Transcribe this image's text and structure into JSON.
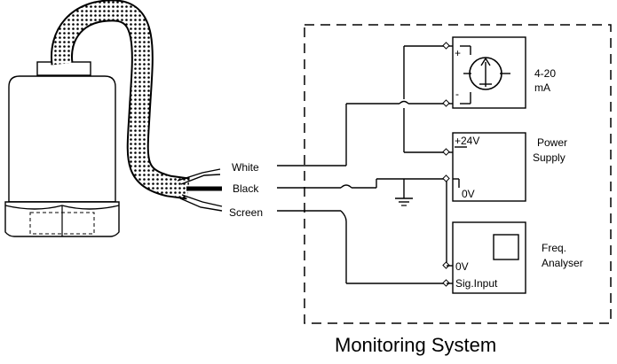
{
  "wires": {
    "white": "White",
    "black": "Black",
    "screen": "Screen"
  },
  "current_meter": {
    "plus": "+",
    "minus": "-",
    "label_line1": "4-20",
    "label_line2": "mA"
  },
  "power_supply": {
    "plus24": "+24V",
    "zero": "0V",
    "label_line1": "Power",
    "label_line2": "Supply"
  },
  "analyser": {
    "zero": "0V",
    "sig": "Sig.Input",
    "label_line1": "Freq.",
    "label_line2": "Analyser"
  },
  "system_label": "Monitoring System",
  "icons": [
    "sensor-icon",
    "ammeter-icon",
    "ground-icon"
  ]
}
